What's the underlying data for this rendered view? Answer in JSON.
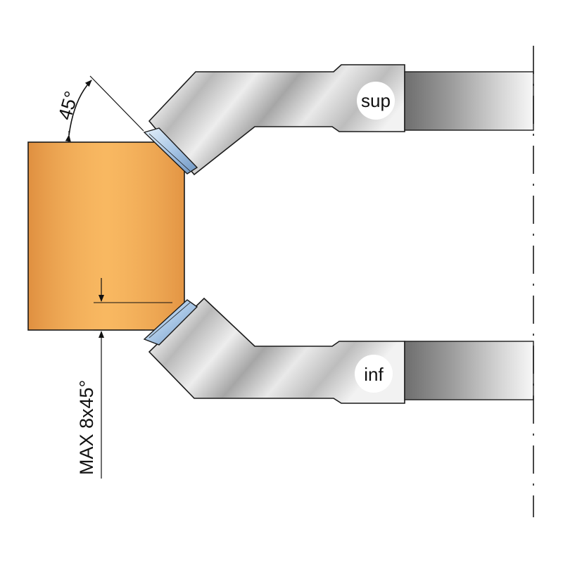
{
  "labels": {
    "angle": "45°",
    "max_chamfer": "MAX 8x45°",
    "upper_cutter": "sup",
    "lower_cutter": "inf"
  },
  "colors": {
    "wood_light": "#f7b45a",
    "wood_mid": "#e8862a",
    "wood_dark": "#c2561c",
    "steel_light": "#f2f2f2",
    "steel_mid": "#c4c4c4",
    "steel_dark": "#7d7d7d",
    "blade_blue": "#aac8e6",
    "outline": "#1a1a1a"
  }
}
